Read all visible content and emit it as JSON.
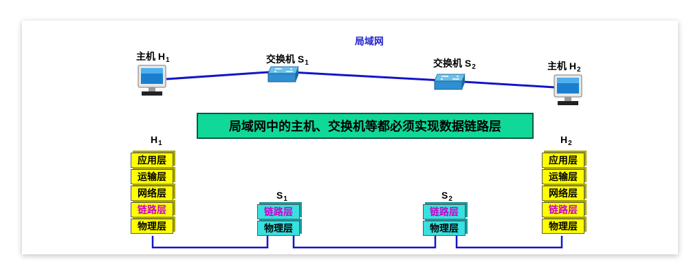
{
  "title": "局域网",
  "banner": "局域网中的主机、交换机等都必须实现数据链路层",
  "top": {
    "host1": {
      "name": "主机 H",
      "sub": "1"
    },
    "host2": {
      "name": "主机 H",
      "sub": "2"
    },
    "switch1": {
      "name": "交换机 S",
      "sub": "1"
    },
    "switch2": {
      "name": "交换机 S",
      "sub": "2"
    }
  },
  "stacks": {
    "h1": {
      "name": "H",
      "sub": "1",
      "layers": [
        "应用层",
        "运输层",
        "网络层",
        "链路层",
        "物理层"
      ]
    },
    "s1": {
      "name": "S",
      "sub": "1",
      "layers": [
        "链路层",
        "物理层"
      ]
    },
    "s2": {
      "name": "S",
      "sub": "2",
      "layers": [
        "链路层",
        "物理层"
      ]
    },
    "h2": {
      "name": "H",
      "sub": "2",
      "layers": [
        "应用层",
        "运输层",
        "网络层",
        "链路层",
        "物理层"
      ]
    }
  },
  "colors": {
    "link_line": "#1414c8",
    "host_layer": "#ffff00",
    "switch_layer": "#39e0e0",
    "link_layer_text": "#cc00cc",
    "banner_bg": "#10d898",
    "title": "#2222cc"
  },
  "icons": {
    "host": "computer-monitor-icon",
    "switch": "network-switch-icon"
  }
}
